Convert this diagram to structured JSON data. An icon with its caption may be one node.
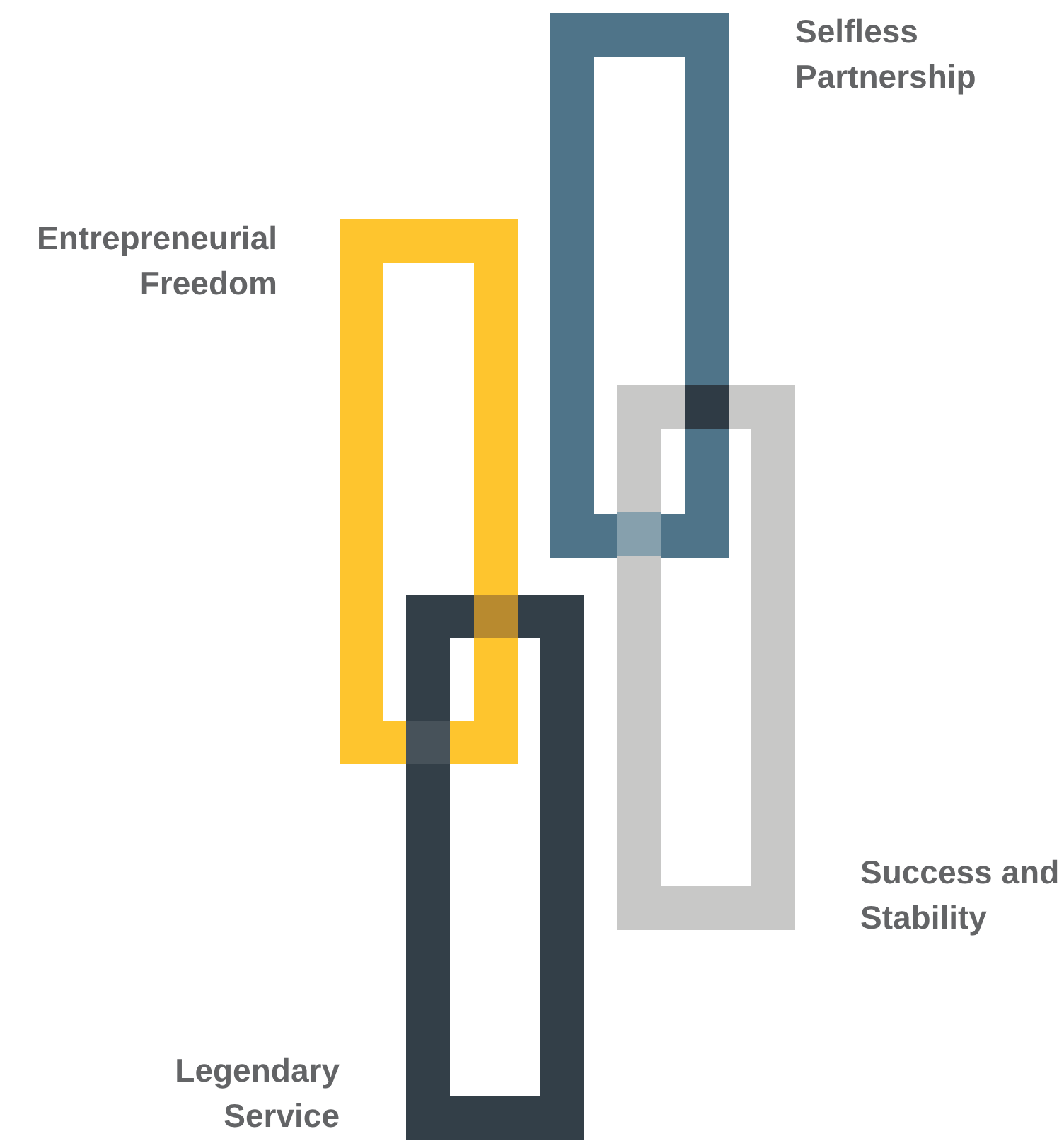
{
  "diagram": {
    "nodes": [
      {
        "text": [],
        "shape": "box",
        "beside": [
          "Selfless Partnership"
        ]
      },
      {
        "text": [],
        "shape": "box",
        "beside": [
          "Entrepreneurial Freedom"
        ]
      },
      {
        "text": [],
        "shape": "box",
        "beside": [
          "Success and Stability"
        ]
      },
      {
        "text": [],
        "shape": "box",
        "beside": [
          "Legendary Service"
        ]
      }
    ]
  }
}
